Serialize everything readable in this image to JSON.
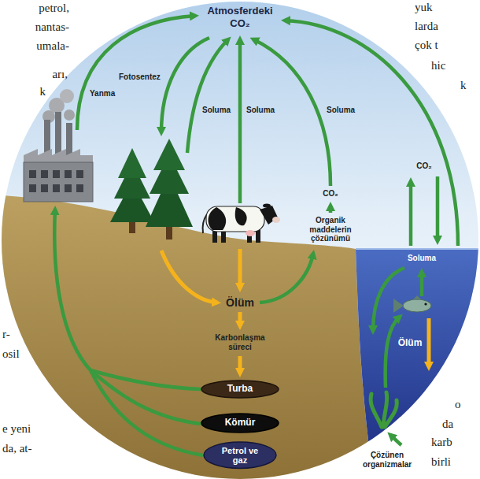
{
  "diagram": {
    "nodes": [
      {
        "text": [
          "Turba"
        ]
      },
      {
        "text": [
          "Kömür"
        ]
      },
      {
        "text": [
          "Petrol ve gaz"
        ]
      }
    ],
    "labels": [
      "petrol,",
      "nantas-",
      "umala-",
      "Atmosferdeki CO₂",
      "yuk",
      "larda",
      "çok t",
      "hic",
      "arı,",
      "k",
      "k",
      "Yanma",
      "Fotosentez",
      "Soluma",
      "Soluma",
      "Soluma",
      "CO₂",
      "CO₂",
      "Organik maddelerin çözünümü",
      "Soluma",
      "Ölüm",
      "r-",
      "Karbonlaşma süreci",
      "Ölüm",
      "osil",
      "o",
      "da",
      "e yeni",
      "karb",
      "da, at-",
      "Çözünen organizmalar",
      "birli"
    ]
  }
}
